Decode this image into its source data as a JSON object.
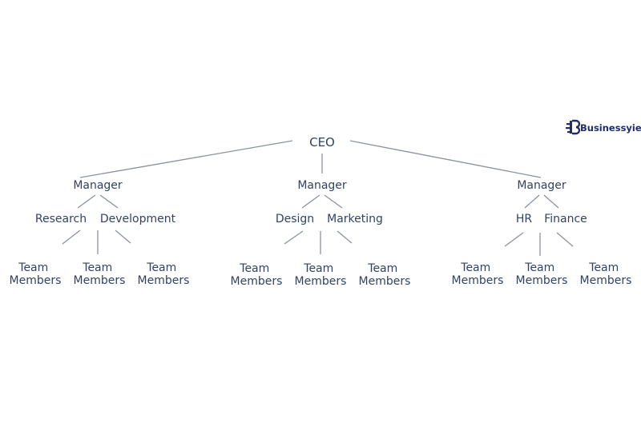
{
  "brand": {
    "logo_text": "Businessyield",
    "colors": {
      "logo": "#1f2e6e",
      "text": "#2f4364",
      "line": "#8a92a0"
    }
  },
  "org_chart": {
    "root": {
      "label": "CEO"
    },
    "branches": [
      {
        "manager": "Manager",
        "departments": [
          "Research",
          "Development"
        ],
        "teams": [
          {
            "line1": "Team",
            "line2": "Members"
          },
          {
            "line1": "Team",
            "line2": "Members"
          },
          {
            "line1": "Team",
            "line2": "Members"
          }
        ]
      },
      {
        "manager": "Manager",
        "departments": [
          "Design",
          "Marketing"
        ],
        "teams": [
          {
            "line1": "Team",
            "line2": "Members"
          },
          {
            "line1": "Team",
            "line2": "Members"
          },
          {
            "line1": "Team",
            "line2": "Members"
          }
        ]
      },
      {
        "manager": "Manager",
        "departments": [
          "HR",
          "Finance"
        ],
        "teams": [
          {
            "line1": "Team",
            "line2": "Members"
          },
          {
            "line1": "Team",
            "line2": "Members"
          },
          {
            "line1": "Team",
            "line2": "Members"
          }
        ]
      }
    ]
  }
}
